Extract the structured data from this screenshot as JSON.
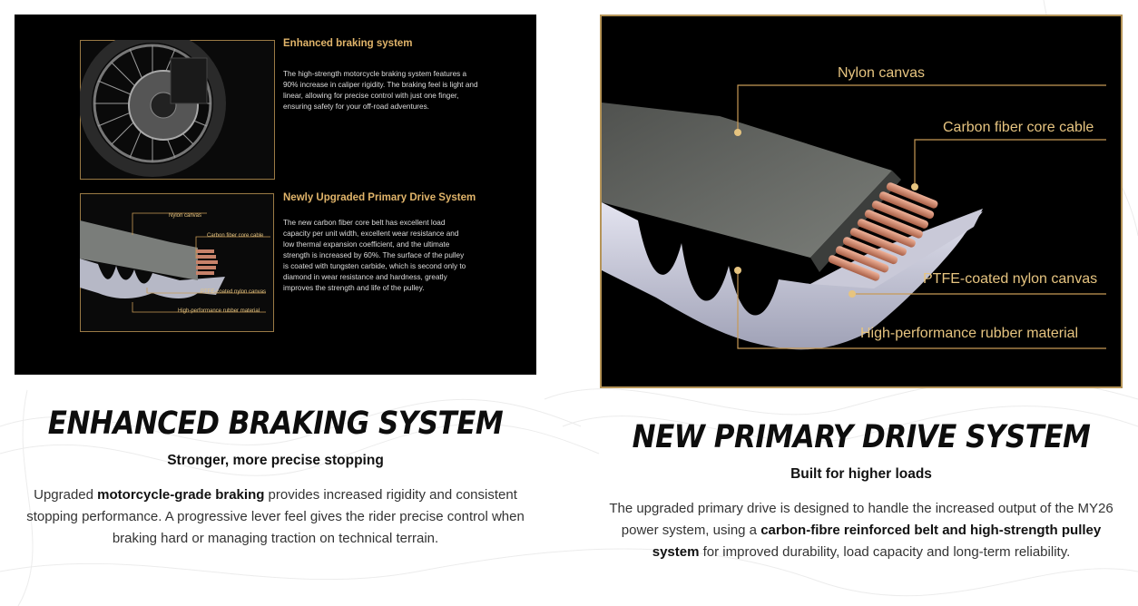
{
  "left": {
    "heading": "ENHANCED BRAKING SYSTEM",
    "subheading": "Stronger, more precise stopping",
    "body": {
      "p1": "Upgraded ",
      "b1": "motorcycle-grade braking",
      "p2": " provides increased rigidity and consistent stopping performance. A progressive lever feel gives the rider precise control when braking hard or managing traction on technical terrain."
    },
    "image": {
      "brake_title": "Enhanced braking system",
      "brake_text": "The high-strength motorcycle braking system features a 90% increase in caliper rigidity. The braking feel is light and linear, allowing for precise control with just one finger, ensuring safety for your off-road adventures.",
      "drive_title": "Newly Upgraded Primary Drive System",
      "drive_text": "The new carbon fiber core belt has excellent load capacity per unit width, excellent wear resistance and low thermal expansion coefficient, and the ultimate strength is increased by 60%. The surface of the pulley is coated with tungsten carbide, which is second only to diamond in wear resistance and hardness, greatly improves the strength and life of the pulley.",
      "labels": {
        "nylon": "Nylon canvas",
        "carbon": "Carbon fiber core cable",
        "ptfe": "PTFE-coated nylon canvas",
        "rubber": "High-performance rubber material"
      }
    }
  },
  "right": {
    "heading": "NEW PRIMARY DRIVE SYSTEM",
    "subheading": "Built for higher loads",
    "body": {
      "p1": "The upgraded primary drive is designed to handle the increased output of the MY26 power system, using a ",
      "b1": "carbon-fibre reinforced belt and high-strength pulley system",
      "p2": " for improved durability, load capacity and long-term reliability."
    },
    "image": {
      "labels": {
        "nylon": "Nylon canvas",
        "carbon": "Carbon fiber core cable",
        "ptfe": "PTFE-coated nylon canvas",
        "rubber": "High-performance rubber material"
      }
    }
  },
  "colors": {
    "accent_gold": "#e0b46a",
    "panel_bg": "#000000",
    "frame": "#b59458"
  }
}
